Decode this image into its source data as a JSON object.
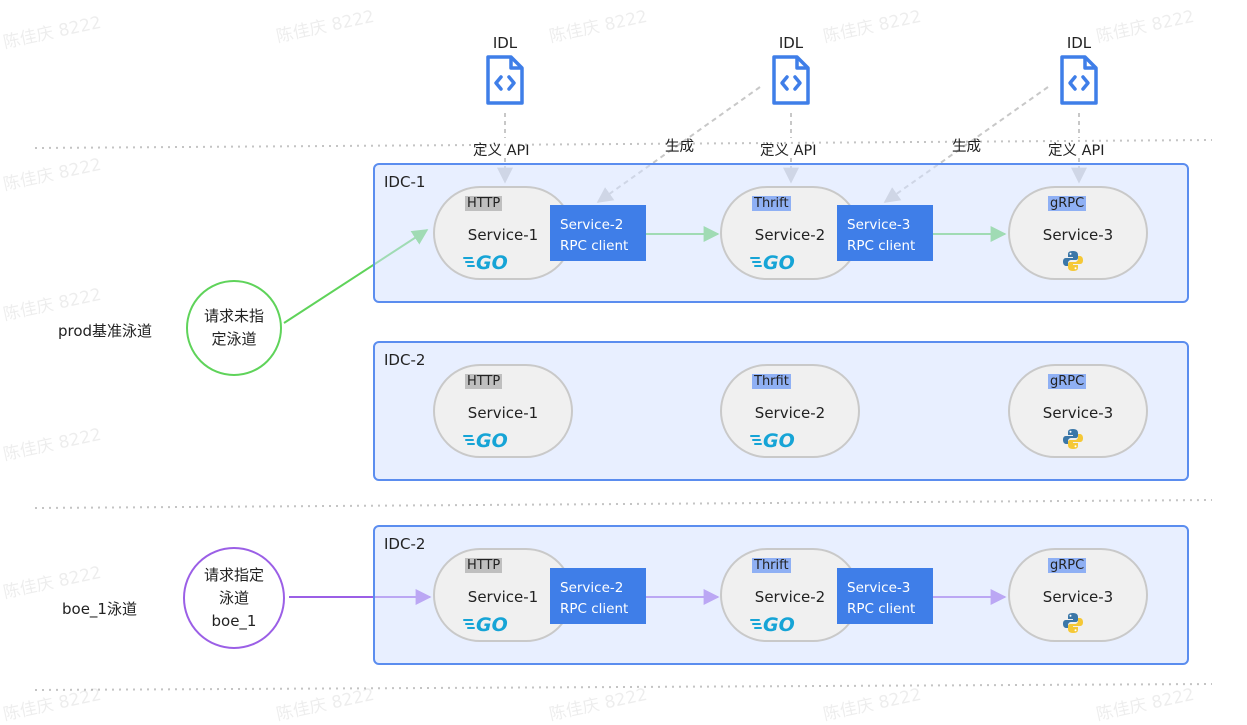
{
  "lanes": {
    "prod": "prod基准泳道",
    "boe": "boe_1泳道"
  },
  "idl": {
    "label": "IDL",
    "define_api": "定义 API",
    "generate": "生成"
  },
  "idc": {
    "idc1": "IDC-1",
    "idc2": "IDC-2",
    "idc3": "IDC-2"
  },
  "services": {
    "s1": "Service-1",
    "s2": "Service-2",
    "s3": "Service-3"
  },
  "protocols": {
    "http": "HTTP",
    "thrift": "Thrift",
    "thrfit": "Thrfit",
    "grpc": "gRPC"
  },
  "clients": {
    "c2_line1": "Service-2",
    "c2_line2": "RPC client",
    "c3_line1": "Service-3",
    "c3_line2": "RPC client"
  },
  "requests": {
    "unspecified_line1": "请求未指",
    "unspecified_line2": "定泳道",
    "specified_line1": "请求指定",
    "specified_line2": "泳道",
    "specified_line3": "boe_1"
  },
  "watermark": "陈佳庆 8222",
  "colors": {
    "idc_border": "#5b8def",
    "client_bg": "#3f7ee8",
    "green": "#5fd35a",
    "purple": "#9b5fe6",
    "go_blue": "#16a4d6"
  },
  "icons": {
    "idl": "code-file-icon",
    "go": "go-logo",
    "python": "python-logo"
  }
}
